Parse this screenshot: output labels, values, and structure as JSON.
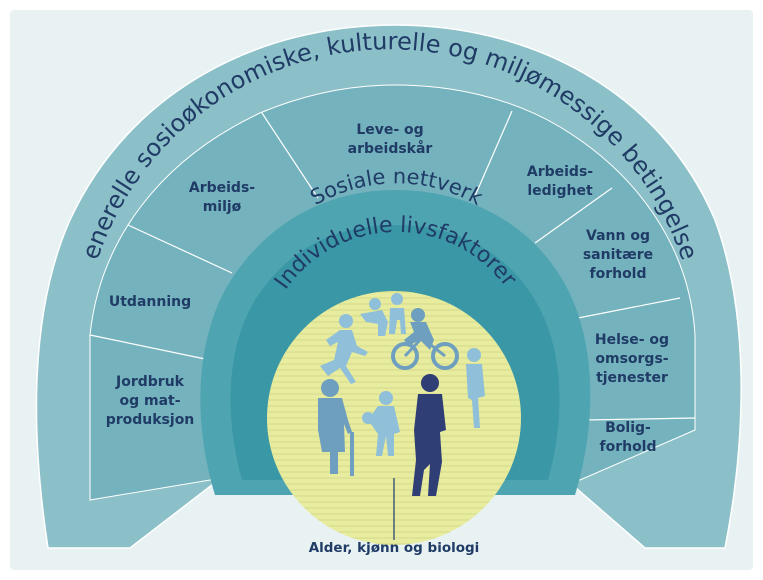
{
  "colors": {
    "background": "#e8f2f3",
    "outer_ring": "#8cc0c8",
    "segment_ring": "#74b3bd",
    "network_ring": "#4fa4b1",
    "individual_ring": "#3a97a6",
    "core": "#e8ec9f",
    "core_lines": "#d3d98a",
    "text": "#1f3b66",
    "silhouette_light": "#8fbfd9",
    "silhouette_mid": "#6f9fbe",
    "silhouette_dark": "#2f3e74"
  },
  "layers": {
    "outer": "Generelle sosioøkonomiske, kulturelle og miljømessige betingelser",
    "network": "Sosiale nettverk",
    "individual": "Individuelle livsfaktorer",
    "core": "Alder, kjønn og biologi"
  },
  "segments": [
    {
      "lines": [
        "Jordbruk",
        "og mat-",
        "produksjon"
      ]
    },
    {
      "lines": [
        "Utdanning"
      ]
    },
    {
      "lines": [
        "Arbeids-",
        "miljø"
      ]
    },
    {
      "lines": [
        "Leve- og",
        "arbeidskår"
      ]
    },
    {
      "lines": [
        "Arbeids-",
        "ledighet"
      ]
    },
    {
      "lines": [
        "Vann og",
        "sanitære",
        "forhold"
      ]
    },
    {
      "lines": [
        "Helse- og",
        "omsorgs-",
        "tjenester"
      ]
    },
    {
      "lines": [
        "Bolig-",
        "forhold"
      ]
    }
  ],
  "icons": {
    "people": "people-silhouettes-icon"
  }
}
